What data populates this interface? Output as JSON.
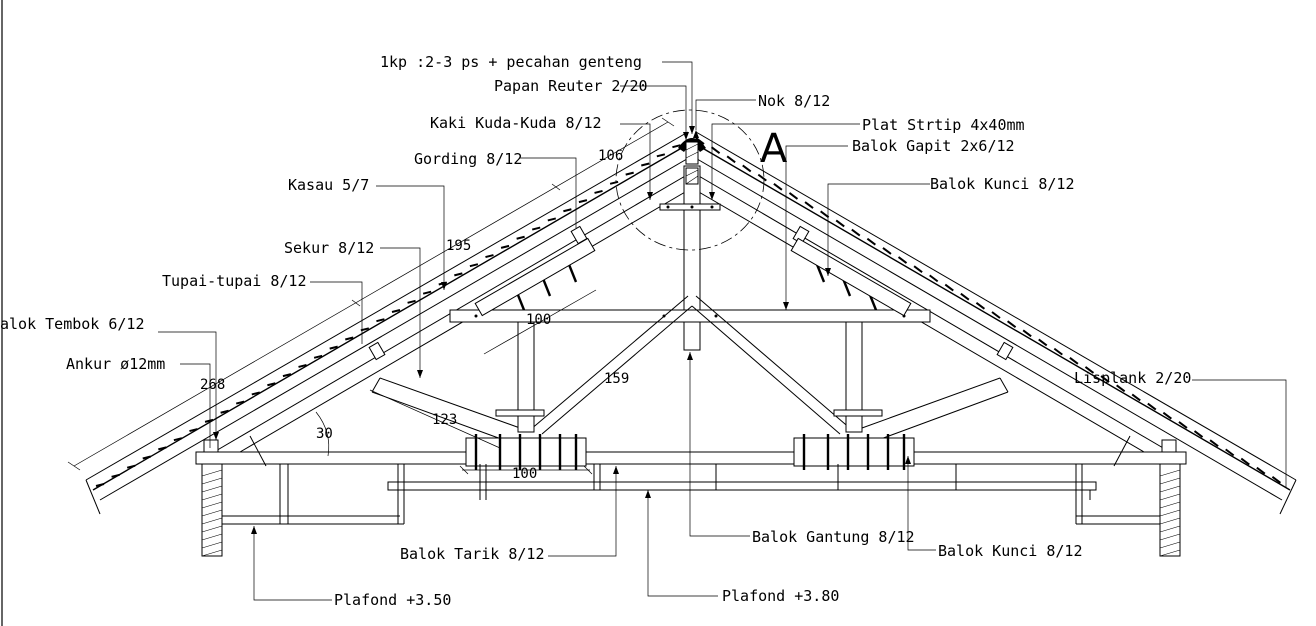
{
  "labels": {
    "ridge_fill": "1kp :2-3 ps + pecahan genteng",
    "papan_reuter": "Papan Reuter 2/20",
    "nok": "Nok 8/12",
    "kaki_kuda": "Kaki Kuda-Kuda 8/12",
    "plat_strip": "Plat Strtip 4x40mm",
    "balok_gapit": "Balok Gapit 2x6/12",
    "gording": "Gording 8/12",
    "kasau": "Kasau 5/7",
    "balok_kunci_top": "Balok Kunci 8/12",
    "sekur": "Sekur 8/12",
    "tupai": "Tupai-tupai 8/12",
    "balok_tembok": "alok Tembok 6/12",
    "ankur": "Ankur ø12mm",
    "lisplank": "Lisplank 2/20",
    "balok_tarik": "Balok Tarik 8/12",
    "balok_gantung": "Balok Gantung 8/12",
    "balok_kunci_bottom": "Balok Kunci 8/12",
    "plafond_350": "Plafond +3.50",
    "plafond_380": "Plafond +3.80",
    "detail_mark": "A"
  },
  "dimensions": {
    "d106": "106",
    "d195": "195",
    "d268": "268",
    "d100_upper": "100",
    "d159": "159",
    "d123": "123",
    "d30": "30",
    "d100_lower": "100"
  }
}
